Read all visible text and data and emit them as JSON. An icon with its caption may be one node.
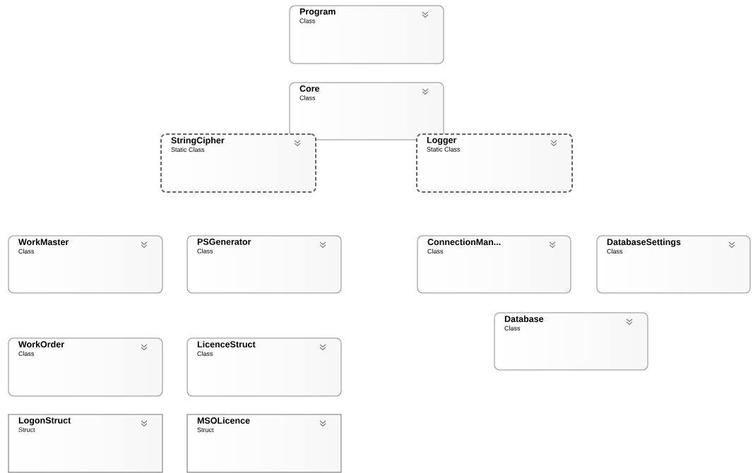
{
  "diagram": {
    "nodes": [
      {
        "text": [
          "Program",
          "Class"
        ]
      },
      {
        "text": [
          "Core",
          "Class"
        ]
      },
      {
        "text": [
          "StringCipher",
          "Static Class"
        ]
      },
      {
        "text": [
          "Logger",
          "Static Class"
        ]
      },
      {
        "text": [
          "WorkMaster",
          "Class"
        ]
      },
      {
        "text": [
          "PSGenerator",
          "Class"
        ]
      },
      {
        "text": [
          "ConnectionMan...",
          "Class"
        ]
      },
      {
        "text": [
          "DatabaseSettings",
          "Class"
        ]
      },
      {
        "text": [
          "Database",
          "Class"
        ]
      },
      {
        "text": [
          "WorkOrder",
          "Class"
        ]
      },
      {
        "text": [
          "LicenceStruct",
          "Class"
        ]
      },
      {
        "text": [
          "LogonStruct",
          "Struct"
        ]
      },
      {
        "text": [
          "MSOLicence",
          "Struct"
        ]
      }
    ]
  }
}
